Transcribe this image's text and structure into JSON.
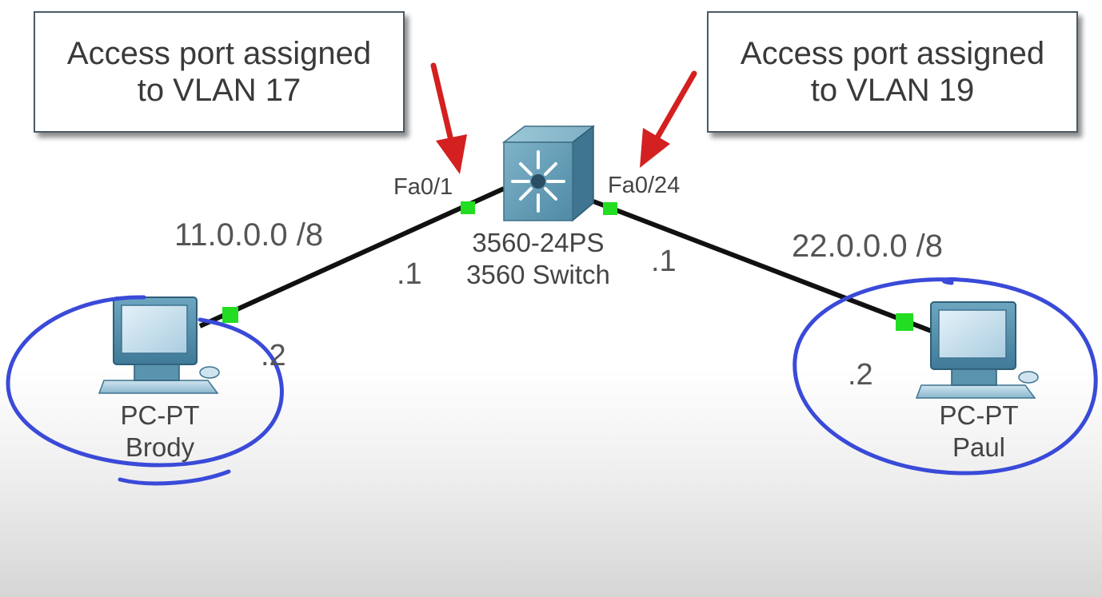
{
  "callouts": {
    "left": {
      "line1": "Access port assigned",
      "line2": "to VLAN 17"
    },
    "right": {
      "line1": "Access port assigned",
      "line2": "to VLAN 19"
    }
  },
  "switch": {
    "model": "3560-24PS",
    "name": "3560 Switch",
    "port_left": "Fa0/1",
    "port_right": "Fa0/24",
    "ip_left": ".1",
    "ip_right": ".1"
  },
  "networks": {
    "left": "11.0.0.0 /8",
    "right": "22.0.0.0 /8"
  },
  "pcs": {
    "left": {
      "type": "PC-PT",
      "name": "Brody",
      "ip": ".2"
    },
    "right": {
      "type": "PC-PT",
      "name": "Paul",
      "ip": ".2"
    }
  },
  "colors": {
    "arrow": "#d42020",
    "link": "#111111",
    "port_dot": "#22dd22",
    "circle_annotation": "#3a4ad8",
    "switch_body": "#5b93ad"
  }
}
